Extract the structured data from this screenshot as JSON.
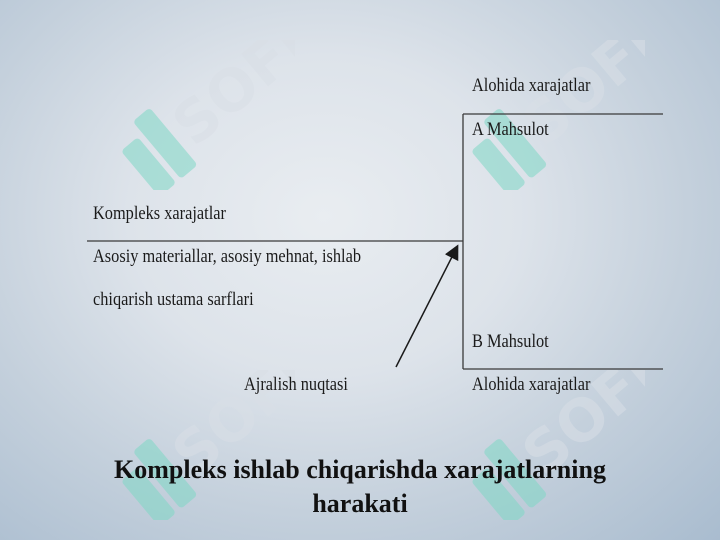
{
  "diagram": {
    "top_right_label": "Alohida xarajatlar",
    "product_a": "A Mahsulot",
    "complex_costs": "Kompleks xarajatlar",
    "complex_detail_line1": "Asosiy  materiallar, asosiy mehnat, ishlab",
    "complex_detail_line2": "chiqarish ustama sarflari",
    "product_b": "B Mahsulot",
    "split_point": "Ajralish nuqtasi",
    "bottom_right_label": "Alohida xarajatlar"
  },
  "title": {
    "line1": "Kompleks ishlab chiqarishda xarajatlarning",
    "line2": "harakati"
  },
  "watermark": {
    "text": "SOFF",
    "color": "#5fd3bf"
  }
}
